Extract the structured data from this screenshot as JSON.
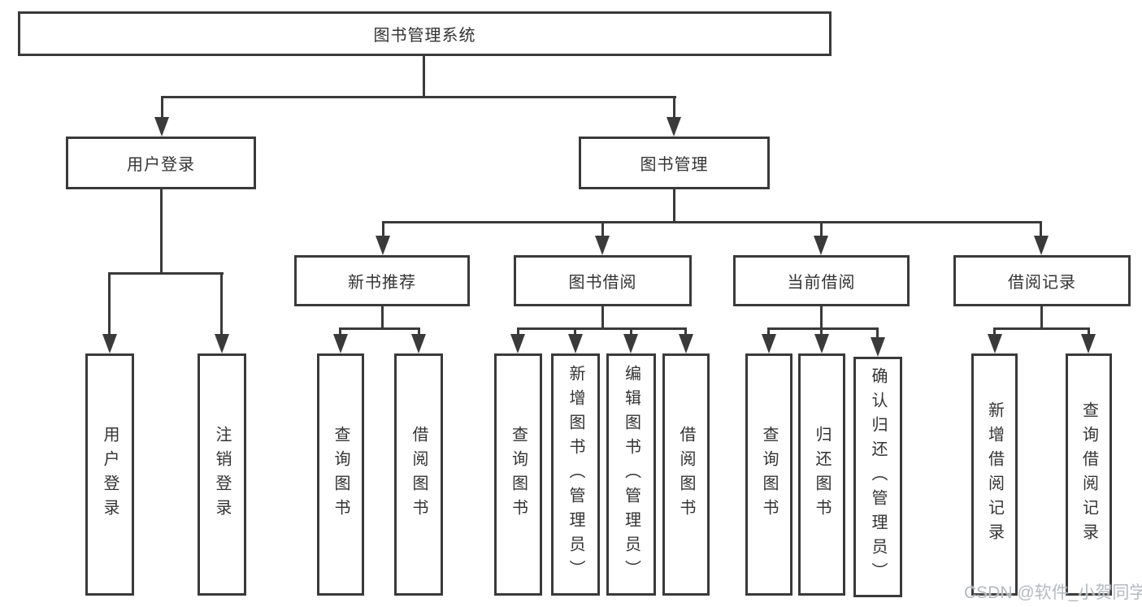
{
  "diagram": {
    "title": "图书管理系统",
    "nodes": {
      "root": "图书管理系统",
      "user_login": "用户登录",
      "book_management": "图书管理",
      "new_book_recommend": "新书推荐",
      "book_borrowing": "图书借阅",
      "current_borrowing": "当前借阅",
      "borrowing_records": "借阅记录",
      "leaf_user_login": "用户登录",
      "leaf_logout": "注销登录",
      "leaf_nb_query_book": "查询图书",
      "leaf_nb_borrow_book": "借阅图书",
      "leaf_bb_query_book": "查询图书",
      "leaf_bb_add_book": "新增图书（管理员）",
      "leaf_bb_edit_book": "编辑图书（管理员）",
      "leaf_bb_borrow_book": "借阅图书",
      "leaf_cb_query_book": "查询图书",
      "leaf_cb_return_book": "归还图书",
      "leaf_cb_confirm_return": "确认归还（管理员）",
      "leaf_br_add_record": "新增借阅记录",
      "leaf_br_query_record": "查询借阅记录"
    },
    "hierarchy": {
      "图书管理系统": {
        "用户登录": [
          "用户登录",
          "注销登录"
        ],
        "图书管理": {
          "新书推荐": [
            "查询图书",
            "借阅图书"
          ],
          "图书借阅": [
            "查询图书",
            "新增图书（管理员）",
            "编辑图书（管理员）",
            "借阅图书"
          ],
          "当前借阅": [
            "查询图书",
            "归还图书",
            "确认归还（管理员）"
          ],
          "借阅记录": [
            "新增借阅记录",
            "查询借阅记录"
          ]
        }
      }
    },
    "watermark": "CSDN @软件_小贺同学",
    "colors": {
      "line": "#3a3a3a",
      "text": "#333333",
      "background": "#ffffff",
      "watermark": "#b4babf"
    }
  }
}
